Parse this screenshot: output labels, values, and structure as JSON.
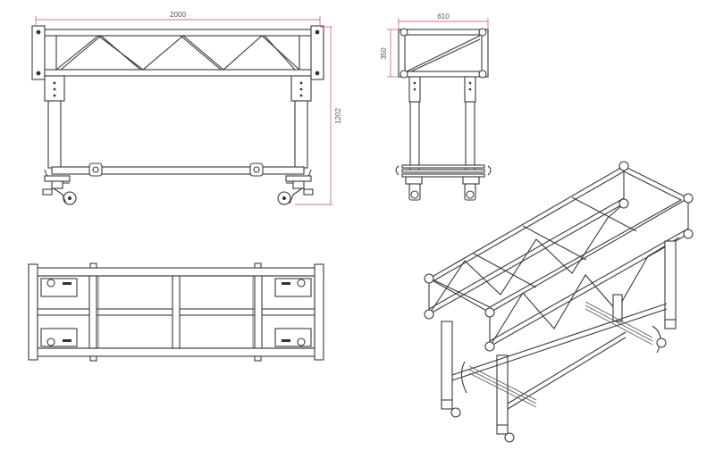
{
  "drawing": {
    "front_view": {
      "width_label": "2000",
      "height_label": "1202"
    },
    "side_view": {
      "width_label": "610",
      "height_label": "350"
    }
  },
  "colors": {
    "line": "#3a3a3a",
    "dimension": "#d9707a",
    "background": "#ffffff"
  }
}
